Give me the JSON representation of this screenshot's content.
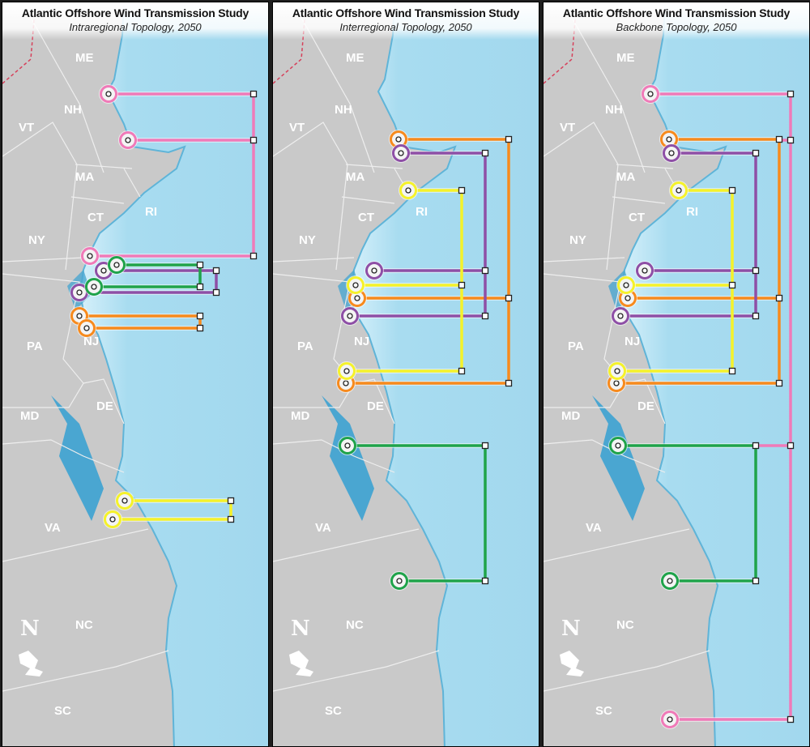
{
  "panels": [
    {
      "title": "Atlantic Offshore Wind Transmission Study",
      "subtitle": "Intraregional Topology, 2050"
    },
    {
      "title": "Atlantic Offshore Wind Transmission Study",
      "subtitle": "Interregional Topology, 2050"
    },
    {
      "title": "Atlantic Offshore Wind Transmission Study",
      "subtitle": "Backbone Topology, 2050"
    }
  ],
  "states": {
    "ME": "ME",
    "NH": "NH",
    "VT": "VT",
    "MA": "MA",
    "CT": "CT",
    "RI": "RI",
    "NY": "NY",
    "NJ": "NJ",
    "PA": "PA",
    "DE": "DE",
    "MD": "MD",
    "VA": "VA",
    "NC": "NC",
    "SC": "SC"
  },
  "north_label": "N",
  "colors": {
    "land": "#c9c9c9",
    "ocean": "#a8dcf0",
    "pink": "#f07ab8",
    "green": "#1fa34a",
    "purple": "#8e4fa6",
    "orange": "#f78a1d",
    "yellow": "#f5f22a"
  }
}
